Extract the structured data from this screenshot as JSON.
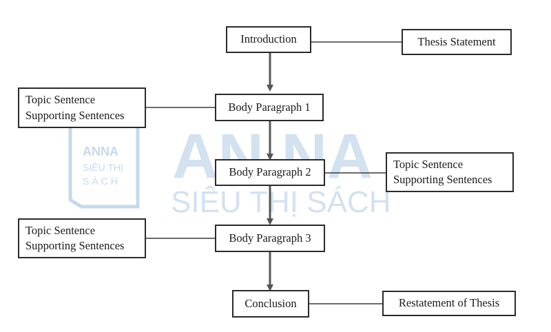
{
  "watermark": {
    "brand": "ANNA",
    "tagline_line1": "SIÊU THỊ",
    "tagline_line2": "SÁCH",
    "big_brand": "AN NA",
    "big_tagline": "SIÊU THỊ SÁCH",
    "color": "#c6d8ea"
  },
  "diagram": {
    "main_chain": {
      "introduction": "Introduction",
      "body1": "Body Paragraph 1",
      "body2": "Body Paragraph 2",
      "body3": "Body Paragraph 3",
      "conclusion": "Conclusion"
    },
    "notes": {
      "thesis": "Thesis Statement",
      "body1_note": {
        "line1": "Topic Sentence",
        "line2": "Supporting Sentences"
      },
      "body2_note": {
        "line1": "Topic Sentence",
        "line2": "Supporting Sentences"
      },
      "body3_note": {
        "line1": "Topic Sentence",
        "line2": "Supporting Sentences"
      },
      "restatement": "Restatement of Thesis"
    },
    "line_color": "#3a3a3a",
    "arrow_color": "#555555"
  }
}
